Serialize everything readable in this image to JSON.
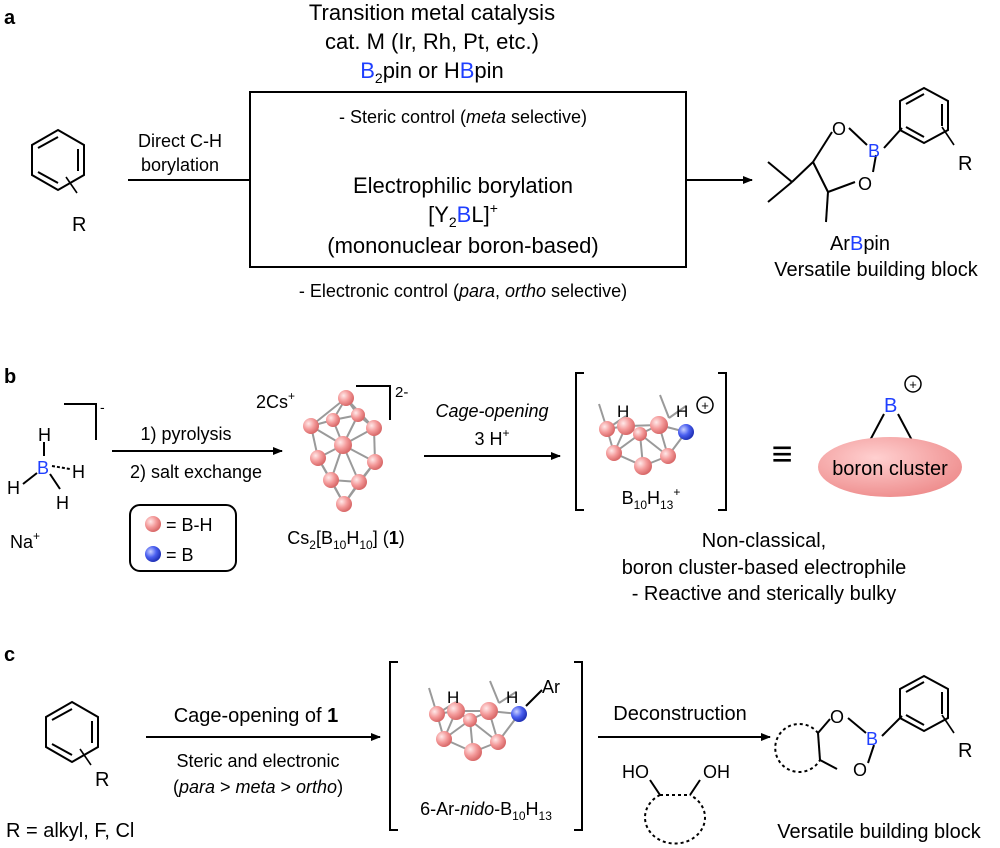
{
  "panel_a": {
    "label": "a",
    "catalysis": {
      "line1": "Transition metal catalysis",
      "line2": "cat. M (Ir, Rh, Pt, etc.)",
      "reagent_b": "B",
      "reagent_sub2": "2",
      "reagent_pin_or": "pin",
      "reagent_or": " or H",
      "reagent_b2": "B",
      "reagent_pin": "pin"
    },
    "arrow_label": {
      "line1": "Direct C-H",
      "line2": "borylation"
    },
    "box": {
      "steric_prefix": "- Steric control (",
      "steric_italic": "meta",
      "steric_suffix": " selective)",
      "electrophilic_title": "Electrophilic borylation",
      "species_open": "[Y",
      "species_sub": "2",
      "species_b": "B",
      "species_close": "L]",
      "species_sup": "+",
      "mononuclear": "(mononuclear boron-based)"
    },
    "electronic": {
      "prefix": "- Electronic control (",
      "para": "para",
      "comma": ", ",
      "ortho": "ortho",
      "suffix": " selective)"
    },
    "reactant_R": "R",
    "product": {
      "O_top": "O",
      "O_bottom": "O",
      "B": "B",
      "R": "R",
      "name_ar": "Ar",
      "name_b": "B",
      "name_pin": "pin",
      "caption": "Versatile building block"
    }
  },
  "panel_b": {
    "label": "b",
    "borohydride": {
      "H": "H",
      "B": "B",
      "charge": "-",
      "counterion": "Na",
      "counterion_sup": "+"
    },
    "step1": "1) pyrolysis",
    "step2": "2) salt exchange",
    "legend": {
      "bh": "= B-H",
      "b": "= B"
    },
    "cluster1": {
      "cation": "2Cs",
      "cation_sup": "+",
      "charge": "2-",
      "name_cs": "Cs",
      "sub2": "2",
      "name_b": "[B",
      "sub10": "10",
      "name_h": "H",
      "sub10b": "10",
      "name_close": "] (",
      "compound_no": "1",
      "paren_close": ")"
    },
    "cage_opening": "Cage-opening",
    "acid": "3 H",
    "acid_sup": "+",
    "cluster2": {
      "H": "H",
      "plus": "+",
      "name_b": "B",
      "sub10": "10",
      "name_h": "H",
      "sub13": "13",
      "sup": "+"
    },
    "equiv": "≡",
    "boron_cluster": {
      "B": "B",
      "plus": "+",
      "label": "boron cluster"
    },
    "description": {
      "line1": "Non-classical,",
      "line2": "boron cluster-based electrophile",
      "line3": "- Reactive and sterically bulky"
    }
  },
  "panel_c": {
    "label": "c",
    "reactant_R": "R",
    "r_groups": "R = alkyl, F, Cl",
    "arrow_top_text": "Cage-opening of ",
    "arrow_top_bold": "1",
    "arrow_bottom1": "Steric and electronic",
    "order": {
      "open": "(",
      "para": "para",
      "gt1": " > ",
      "meta": "meta",
      "gt2": " > ",
      "ortho": "ortho",
      "close": ")"
    },
    "intermediate": {
      "H": "H",
      "Ar": "Ar",
      "name_prefix": "6-Ar-",
      "name_nido": "nido",
      "name_b": "-B",
      "sub10": "10",
      "name_h": "H",
      "sub13": "13"
    },
    "deconstruction": "Deconstruction",
    "diol_HO": "HO",
    "diol_OH": "OH",
    "product": {
      "O_top": "O",
      "O_bottom": "O",
      "B": "B",
      "R": "R",
      "caption": "Versatile building block"
    }
  },
  "colors": {
    "bh_sphere": "#f08c8c",
    "b_sphere": "#3348e6",
    "boron_text": "#1f3fff",
    "boron_cluster_fill": "#f29898"
  }
}
